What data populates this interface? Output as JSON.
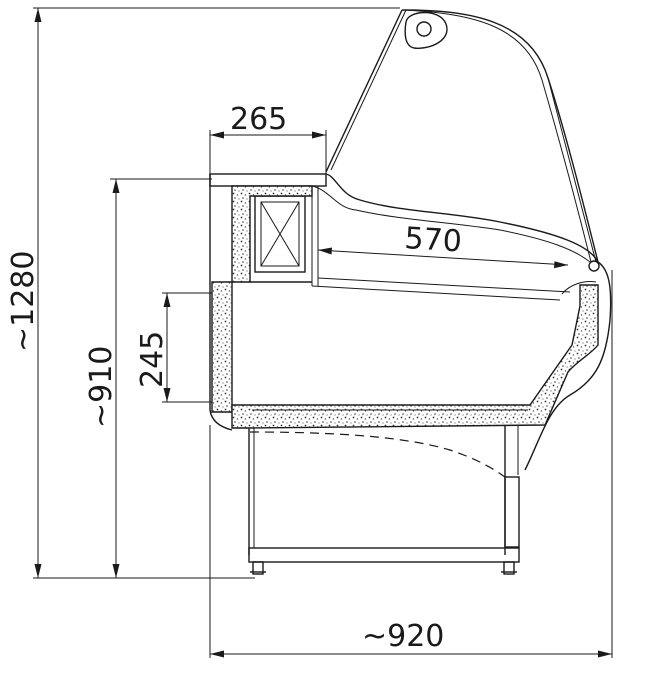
{
  "dimensions": {
    "total_height": "~1280",
    "counter_height": "~910",
    "shelf_width": "265",
    "display_depth": "570",
    "insulation_height": "245",
    "total_depth": "~920"
  }
}
